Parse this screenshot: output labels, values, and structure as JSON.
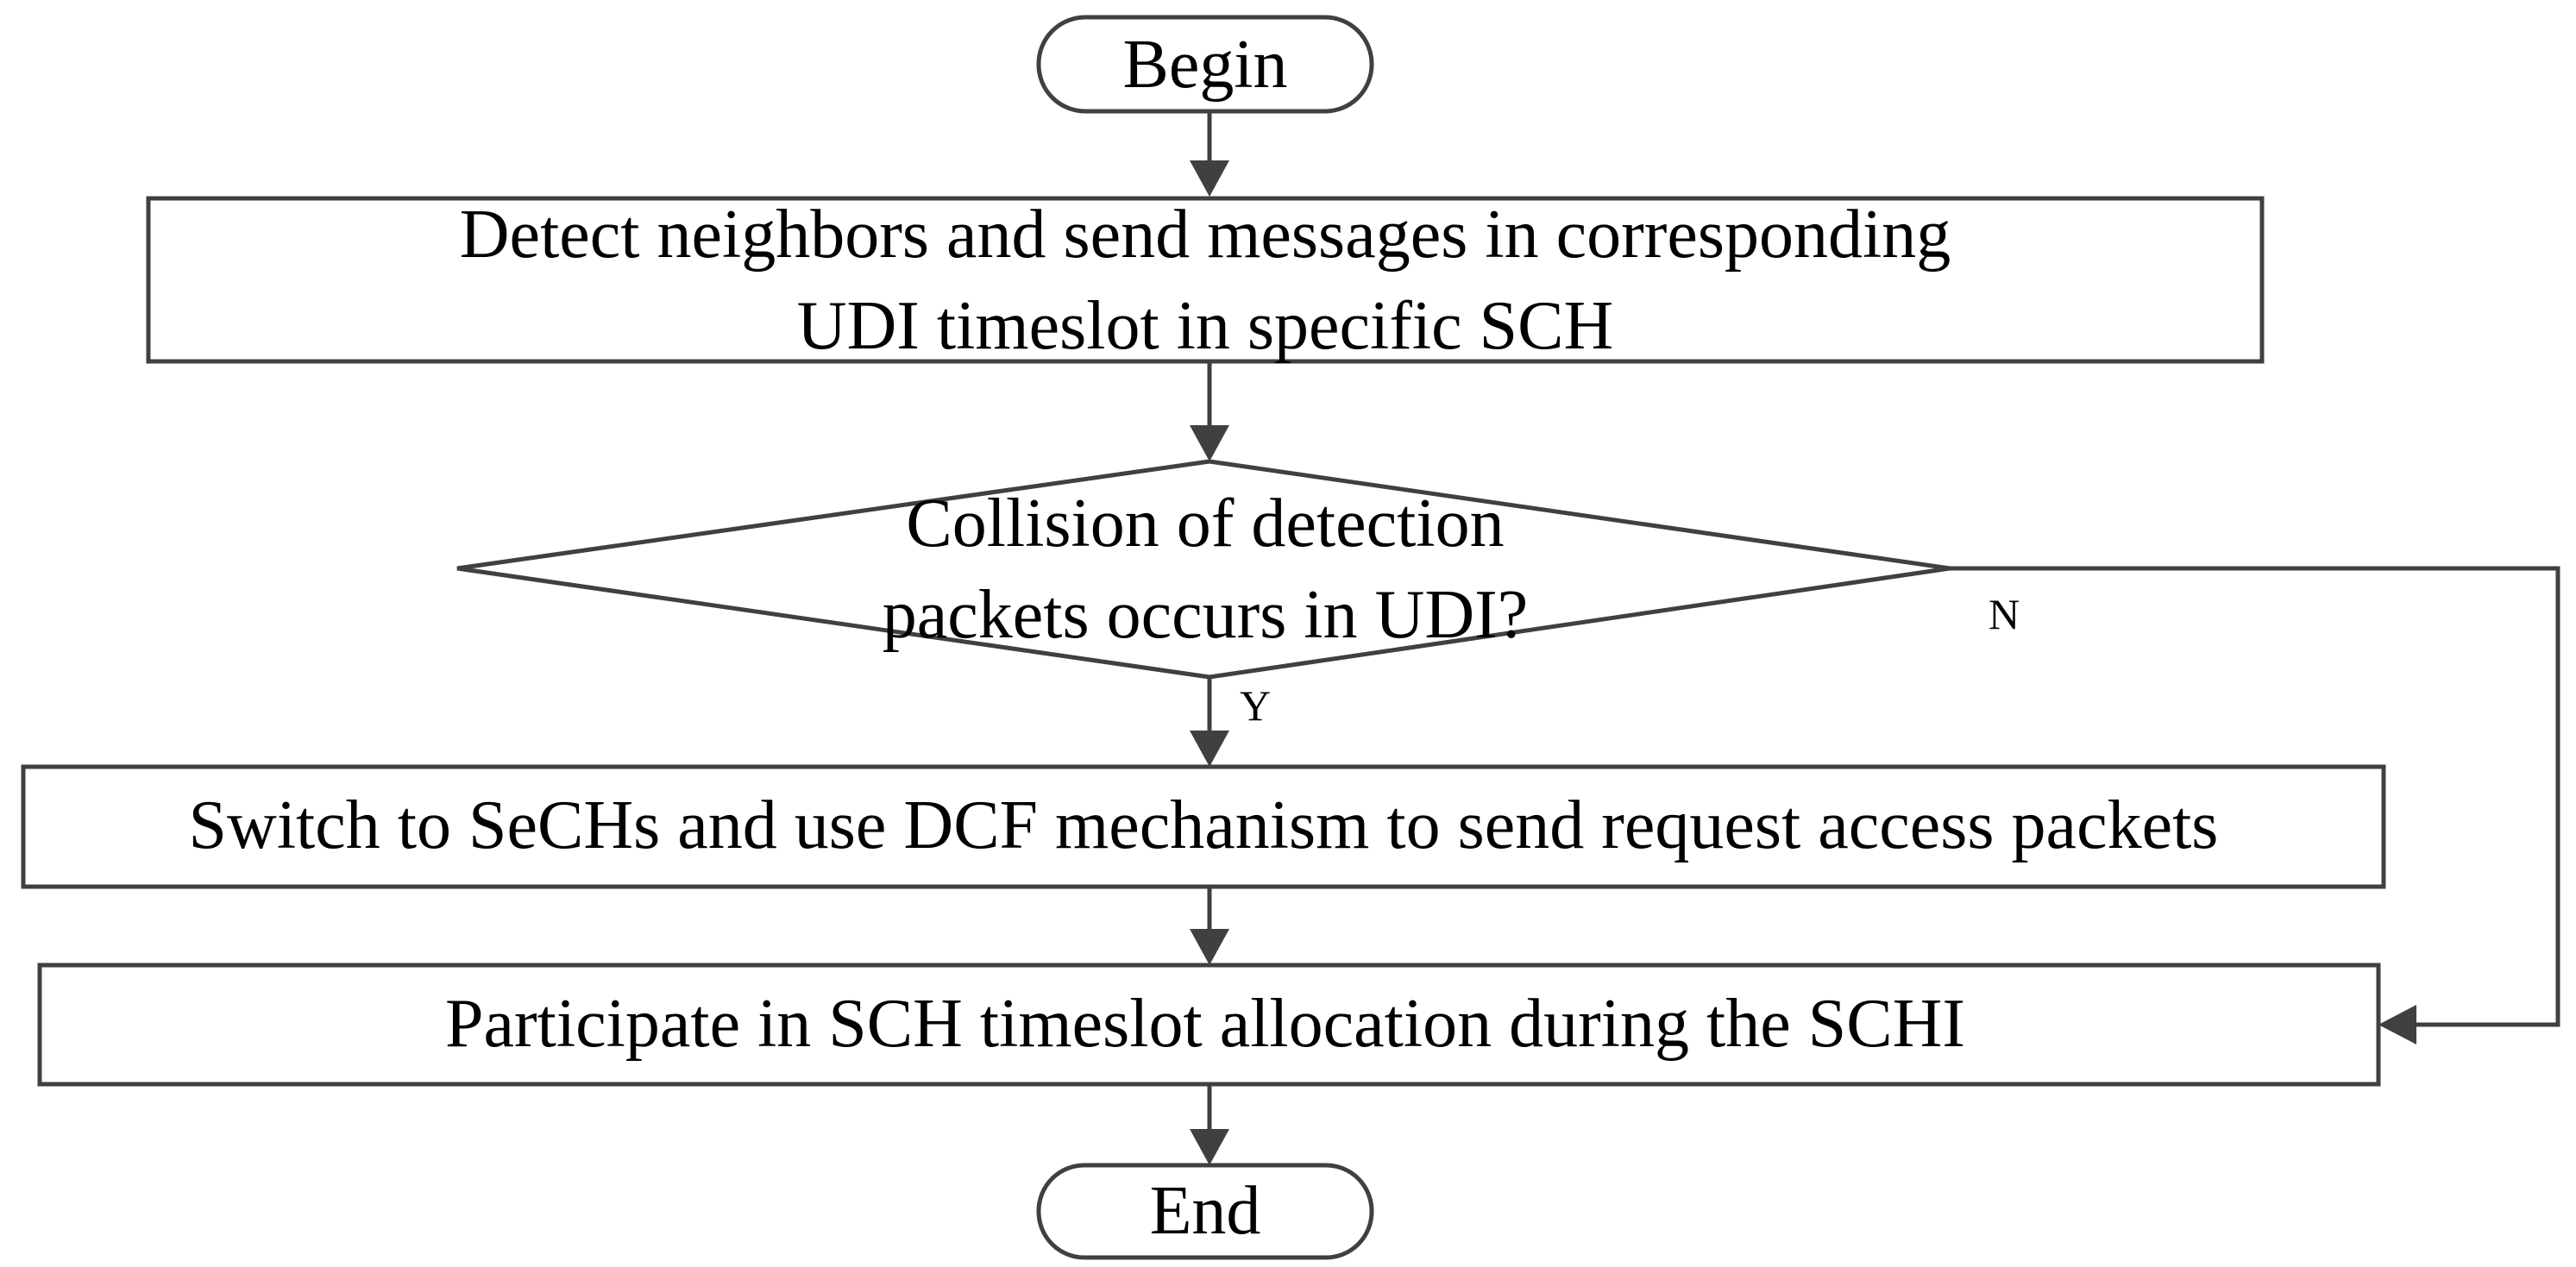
{
  "diagram": {
    "type": "flowchart",
    "colors": {
      "stroke": "#404040",
      "text": "#000000",
      "background": "#ffffff"
    },
    "nodes": {
      "begin": {
        "label": "Begin"
      },
      "detect": {
        "line1": "Detect neighbors and send messages in corresponding",
        "line2": "UDI timeslot in specific SCH"
      },
      "decision": {
        "line1": "Collision of detection",
        "line2": "packets occurs in UDI?"
      },
      "switch": {
        "label": "Switch to SeCHs and use DCF mechanism to send request access packets"
      },
      "participate": {
        "label": "Participate in SCH timeslot allocation during the SCHI"
      },
      "end": {
        "label": "End"
      }
    },
    "branches": {
      "yes": "Y",
      "no": "N"
    }
  }
}
